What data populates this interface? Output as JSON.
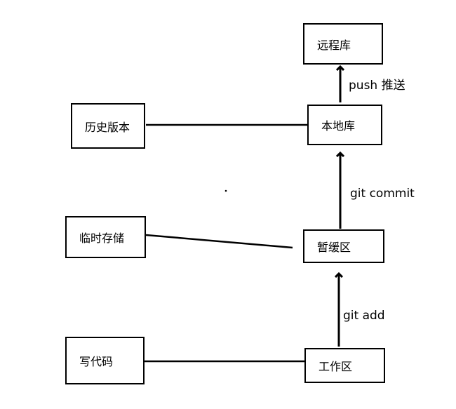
{
  "nodes": {
    "remote_repo": "远程库",
    "local_repo": "本地库",
    "staging_area": "暂缓区",
    "working_dir": "工作区",
    "history_version": "历史版本",
    "temp_storage": "临时存储",
    "write_code": "写代码"
  },
  "edges": {
    "push": "push 推送",
    "commit": "git commit",
    "add": "git add"
  }
}
